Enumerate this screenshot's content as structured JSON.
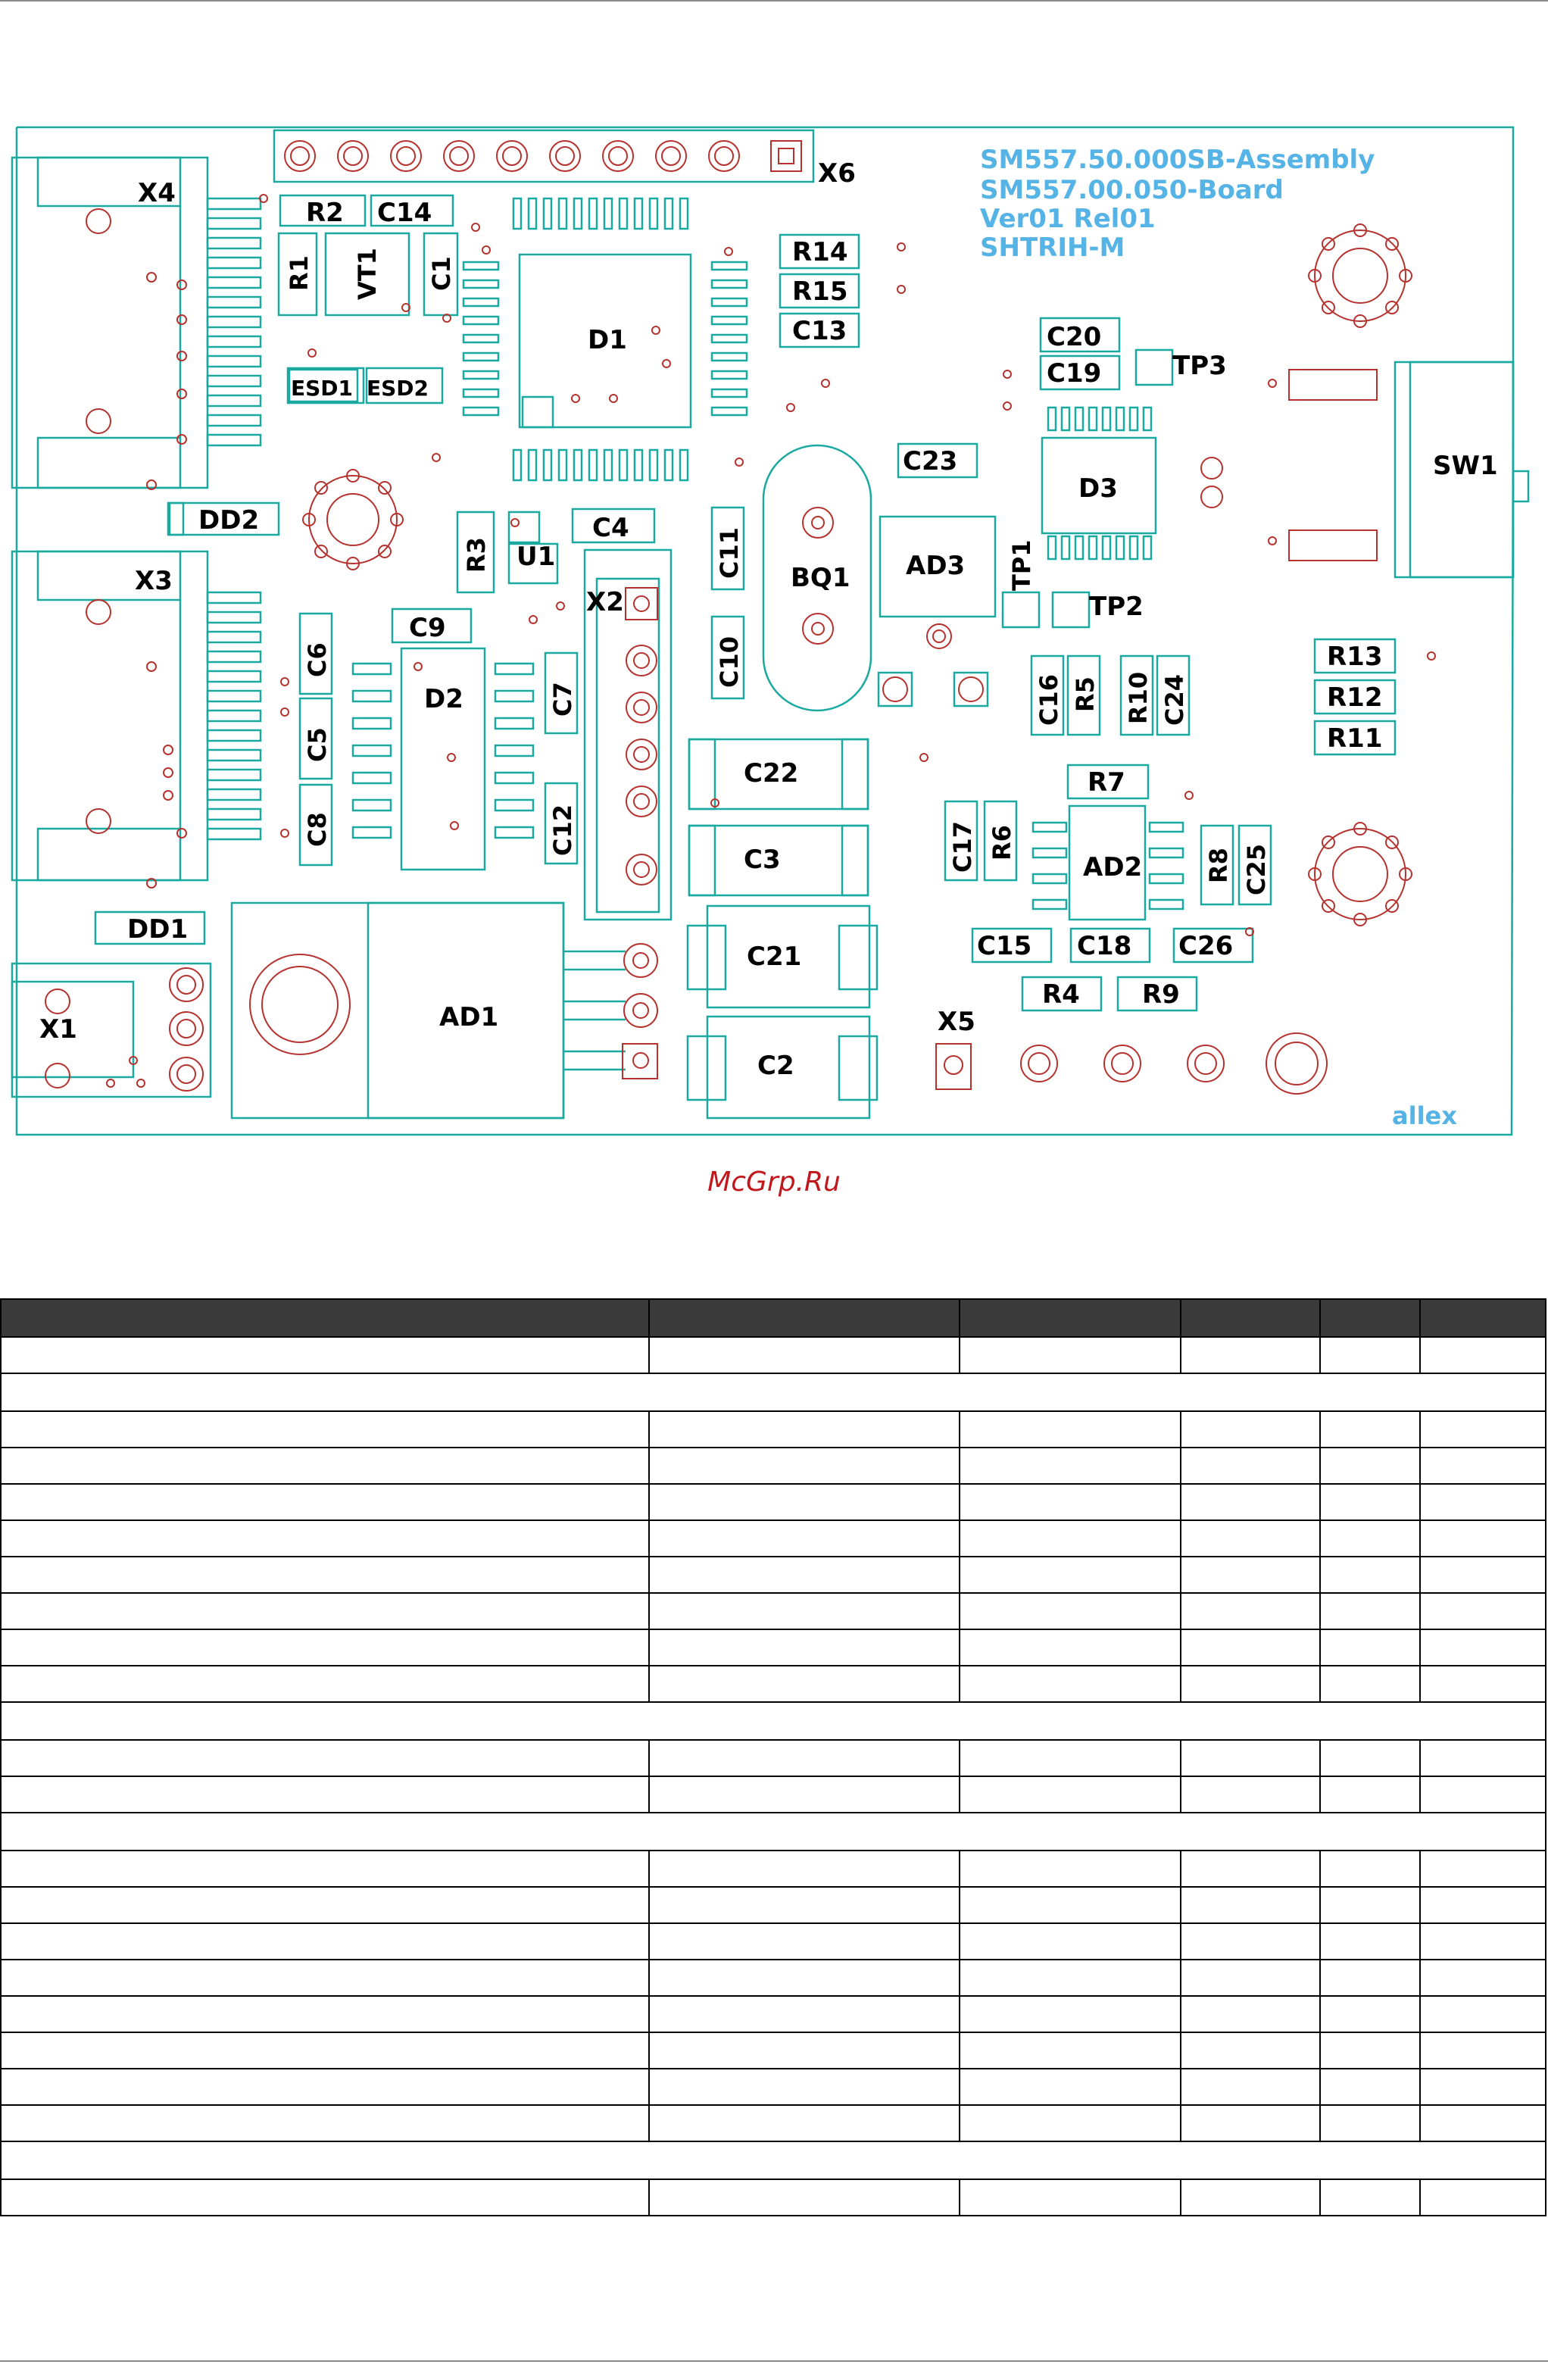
{
  "board": {
    "title_lines": [
      "SM557.50.000SB-Assembly",
      "SM557.00.050-Board",
      "Ver01 Rel01",
      "SHTRIH-M"
    ],
    "brand": "allex",
    "colors": {
      "outline": "#1aa9a0",
      "holes": "#b5322e",
      "title": "#55b3e6",
      "label": "#000000"
    },
    "components": {
      "X4": "X4",
      "X3": "X3",
      "X1": "X1",
      "X2": "X2",
      "X5": "X5",
      "X6": "X6",
      "R1": "R1",
      "R2": "R2",
      "R3": "R3",
      "R4": "R4",
      "R5": "R5",
      "R6": "R6",
      "R7": "R7",
      "R8": "R8",
      "R9": "R9",
      "R10": "R10",
      "R11": "R11",
      "R12": "R12",
      "R13": "R13",
      "R14": "R14",
      "R15": "R15",
      "C1": "C1",
      "C2": "C2",
      "C3": "C3",
      "C4": "C4",
      "C5": "C5",
      "C6": "C6",
      "C7": "C7",
      "C8": "C8",
      "C9": "C9",
      "C10": "C10",
      "C11": "C11",
      "C12": "C12",
      "C13": "C13",
      "C14": "C14",
      "C15": "C15",
      "C16": "C16",
      "C17": "C17",
      "C18": "C18",
      "C19": "C19",
      "C20": "C20",
      "C21": "C21",
      "C22": "C22",
      "C23": "C23",
      "C24": "C24",
      "C25": "C25",
      "C26": "C26",
      "VT1": "VT1",
      "ESD1": "ESD1",
      "ESD2": "ESD2",
      "DD1": "DD1",
      "DD2": "DD2",
      "D1": "D1",
      "D2": "D2",
      "D3": "D3",
      "U1": "U1",
      "BQ1": "BQ1",
      "AD1": "AD1",
      "AD2": "AD2",
      "AD3": "AD3",
      "TP1": "TP1",
      "TP2": "TP2",
      "TP3": "TP3",
      "SW1": "SW1"
    }
  },
  "watermark": "McGrp.Ru",
  "table": {
    "columns": 6,
    "rows": [
      "head",
      "row",
      "section",
      "row",
      "row",
      "row",
      "row",
      "row",
      "row",
      "row",
      "row",
      "section",
      "row",
      "row",
      "section",
      "row",
      "row",
      "row",
      "row",
      "row",
      "row",
      "row",
      "row",
      "section",
      "row"
    ]
  }
}
